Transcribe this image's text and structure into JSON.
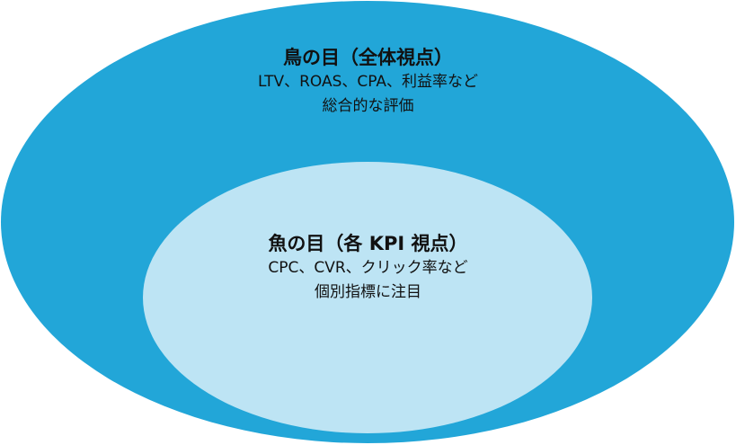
{
  "outer": {
    "title": "鳥の目（全体視点）",
    "line1": "LTV、ROAS、CPA、利益率など",
    "line2": "総合的な評価",
    "color": "#22a6d8"
  },
  "inner": {
    "title": "魚の目（各 KPI 視点）",
    "line1": "CPC、CVR、クリック率など",
    "line2": "個別指標に注目",
    "color": "#bde4f4"
  }
}
